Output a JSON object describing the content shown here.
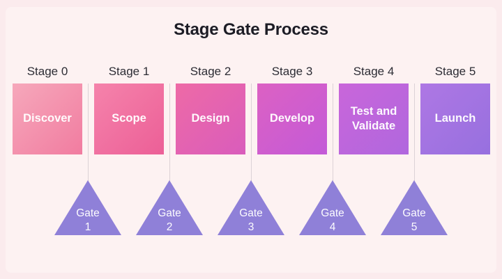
{
  "title": "Stage Gate Process",
  "colors": {
    "background": "#fbebed",
    "card": "#fdf2f2",
    "title_text": "#1d1d26",
    "stage_label_text": "#2c2c34",
    "box_text": "#ffffff",
    "gate_fill": "#8f80d8",
    "gate_text": "#ffffff",
    "connector_line": "#dcd2d6",
    "connector_style": "background:#dcd2d6",
    "gate_triangle_style": "border-bottom-color:#8f80d8"
  },
  "stages": [
    {
      "label": "Stage 0",
      "name": "Discover",
      "color_from": "#f6a8bb",
      "color_to": "#f17ca0",
      "style": "background:linear-gradient(135deg,#f6a8bb 0%,#f17ca0 100%)"
    },
    {
      "label": "Stage 1",
      "name": "Scope",
      "color_from": "#f583ab",
      "color_to": "#ec5f97",
      "style": "background:linear-gradient(135deg,#f583ab 0%,#ec5f97 100%)"
    },
    {
      "label": "Stage 2",
      "name": "Design",
      "color_from": "#ee6aa6",
      "color_to": "#d95cbc",
      "style": "background:linear-gradient(135deg,#ee6aa6 0%,#d95cbc 100%)"
    },
    {
      "label": "Stage 3",
      "name": "Develop",
      "color_from": "#dc61c3",
      "color_to": "#c35ad8",
      "style": "background:linear-gradient(135deg,#dc61c3 0%,#c35ad8 100%)"
    },
    {
      "label": "Stage 4",
      "name": "Test and Validate",
      "color_from": "#c966da",
      "color_to": "#b067de",
      "style": "background:linear-gradient(135deg,#c966da 0%,#b067de 100%)"
    },
    {
      "label": "Stage 5",
      "name": "Launch",
      "color_from": "#ae77e4",
      "color_to": "#9770df",
      "style": "background:linear-gradient(135deg,#ae77e4 0%,#9770df 100%)"
    }
  ],
  "gates": [
    {
      "word": "Gate",
      "number": "1"
    },
    {
      "word": "Gate",
      "number": "2"
    },
    {
      "word": "Gate",
      "number": "3"
    },
    {
      "word": "Gate",
      "number": "4"
    },
    {
      "word": "Gate",
      "number": "5"
    }
  ]
}
